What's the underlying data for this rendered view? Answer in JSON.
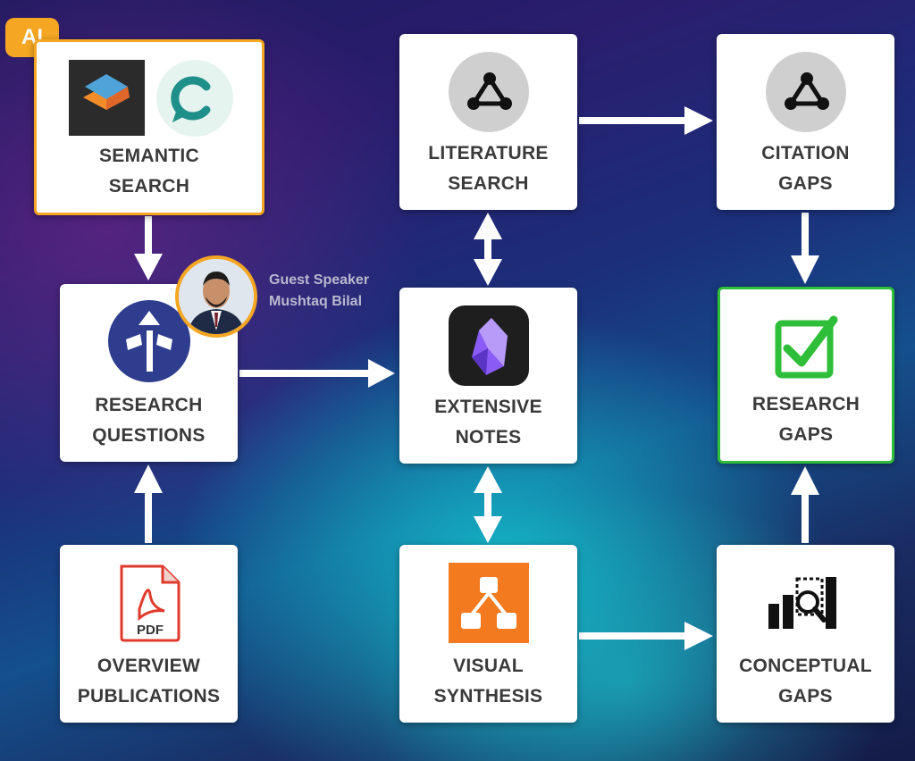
{
  "badge": "AI",
  "guest": {
    "role": "Guest Speaker",
    "name": "Mushtaq Bilal"
  },
  "nodes": {
    "semantic_search": {
      "line1": "SEMANTIC",
      "line2": "SEARCH",
      "icons": [
        "layers-logo-icon",
        "chat-c-logo-icon"
      ]
    },
    "literature_search": {
      "line1": "LITERATURE",
      "line2": "SEARCH",
      "icon": "graph-connect-icon"
    },
    "citation_gaps": {
      "line1": "CITATION",
      "line2": "GAPS",
      "icon": "graph-connect-icon"
    },
    "research_questions": {
      "line1": "RESEARCH",
      "line2": "QUESTIONS",
      "icon": "signpost-icon"
    },
    "extensive_notes": {
      "line1": "EXTENSIVE",
      "line2": "NOTES",
      "icon": "crystal-icon"
    },
    "research_gaps": {
      "line1": "RESEARCH",
      "line2": "GAPS",
      "icon": "checkbox-icon"
    },
    "overview_publications": {
      "line1": "OVERVIEW",
      "line2": "PUBLICATIONS",
      "icon": "pdf-file-icon",
      "icon_text": "PDF"
    },
    "visual_synthesis": {
      "line1": "VISUAL",
      "line2": "SYNTHESIS",
      "icon": "flowchart-icon"
    },
    "conceptual_gaps": {
      "line1": "CONCEPTUAL",
      "line2": "GAPS",
      "icon": "chart-magnifier-icon"
    }
  },
  "colors": {
    "accent_orange": "#f5a623",
    "accent_green": "#2fbe39",
    "label": "#3a3a3a"
  }
}
